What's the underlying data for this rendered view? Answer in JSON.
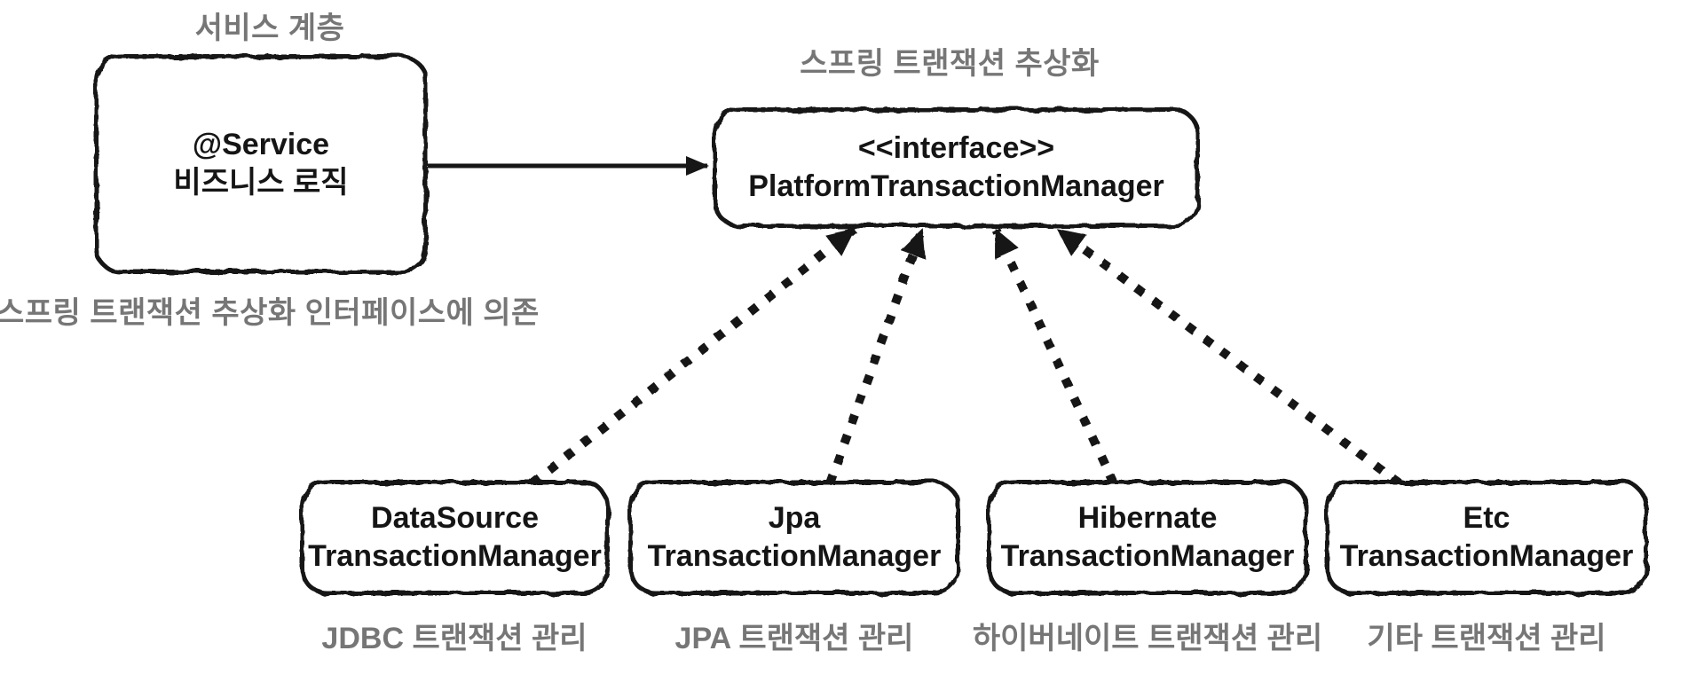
{
  "diagram": {
    "annotations": {
      "service_layer": "서비스 계층",
      "abstraction_title": "스프링 트랜잭션 추상화",
      "dependency_note": "스프링 트랜잭션 추상화 인터페이스에 의존"
    },
    "service_box": {
      "line1": "@Service",
      "line2": "비즈니스 로직"
    },
    "interface_box": {
      "line1": "<<interface>>",
      "line2": "PlatformTransactionManager"
    },
    "implementations": [
      {
        "line1": "DataSource",
        "line2": "TransactionManager",
        "caption": "JDBC 트랜잭션 관리"
      },
      {
        "line1": "Jpa",
        "line2": "TransactionManager",
        "caption": "JPA 트랜잭션 관리"
      },
      {
        "line1": "Hibernate",
        "line2": "TransactionManager",
        "caption": "하이버네이트 트랜잭션 관리"
      },
      {
        "line1": "Etc",
        "line2": "TransactionManager",
        "caption": "기타 트랜잭션 관리"
      }
    ],
    "colors": {
      "ink": "#161616",
      "label_gray": "#767676",
      "background": "#ffffff"
    }
  }
}
